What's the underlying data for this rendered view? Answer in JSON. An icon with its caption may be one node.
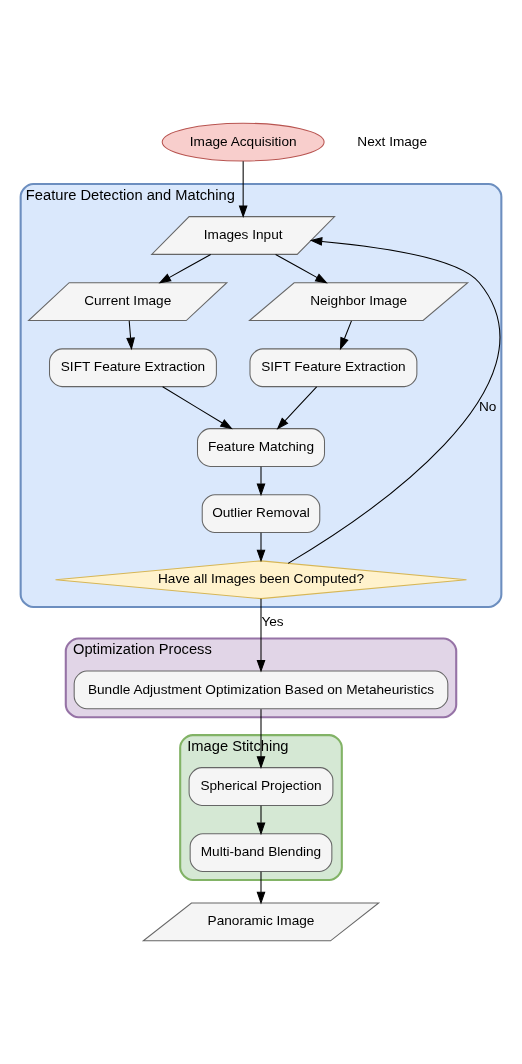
{
  "diagram": {
    "nodes": [
      {
        "text": [
          "Image Acquisition"
        ]
      },
      {
        "text": [
          "Feature Detection and Matching"
        ]
      },
      {
        "text": [
          "Images Input"
        ],
        "in": 1
      },
      {
        "text": [
          "Current Image"
        ],
        "in": 1
      },
      {
        "text": [
          "Neighbor Image"
        ],
        "in": 1
      },
      {
        "text": [
          "SIFT Feature Extraction"
        ],
        "in": 1
      },
      {
        "text": [
          "SIFT Feature Extraction"
        ],
        "in": 1
      },
      {
        "text": [
          "Feature Matching"
        ],
        "in": 1
      },
      {
        "text": [
          "Outlier Removal"
        ],
        "in": 1
      },
      {
        "text": [
          "Have all Images been Computed?"
        ],
        "in": 1
      },
      {
        "text": [
          "Optimization Process"
        ]
      },
      {
        "text": [
          "Bundle Adjustment Optimization Based on Metaheuristics"
        ],
        "in": 10
      },
      {
        "text": [
          "Image Stitching"
        ]
      },
      {
        "text": [
          "Spherical Projection"
        ],
        "in": 12
      },
      {
        "text": [
          "Multi-band Blending"
        ],
        "in": 12
      },
      {
        "text": [
          "Panoramic Image"
        ]
      }
    ],
    "edges": [
      {
        "from": 0,
        "to": 2,
        "arrow": "to"
      },
      {
        "from": 2,
        "to": 3,
        "arrow": "to"
      },
      {
        "from": 2,
        "to": 4,
        "arrow": "to"
      },
      {
        "from": 3,
        "to": 5,
        "arrow": "to"
      },
      {
        "from": 4,
        "to": 6,
        "arrow": "to"
      },
      {
        "from": 5,
        "to": 7,
        "arrow": "to"
      },
      {
        "from": 6,
        "to": 7,
        "arrow": "to"
      },
      {
        "from": 7,
        "to": 8,
        "arrow": "to"
      },
      {
        "from": 8,
        "to": 9,
        "arrow": "to"
      },
      {
        "from": 9,
        "to": 2,
        "arrow": "to",
        "label": "No"
      },
      {
        "from": 9,
        "to": 11,
        "arrow": "to",
        "label": "Yes"
      },
      {
        "from": 11,
        "to": 13,
        "arrow": "to"
      },
      {
        "from": 13,
        "to": 14,
        "arrow": "to"
      },
      {
        "from": 14,
        "to": 15,
        "arrow": "to"
      }
    ],
    "labels": [
      "Next Image"
    ]
  }
}
